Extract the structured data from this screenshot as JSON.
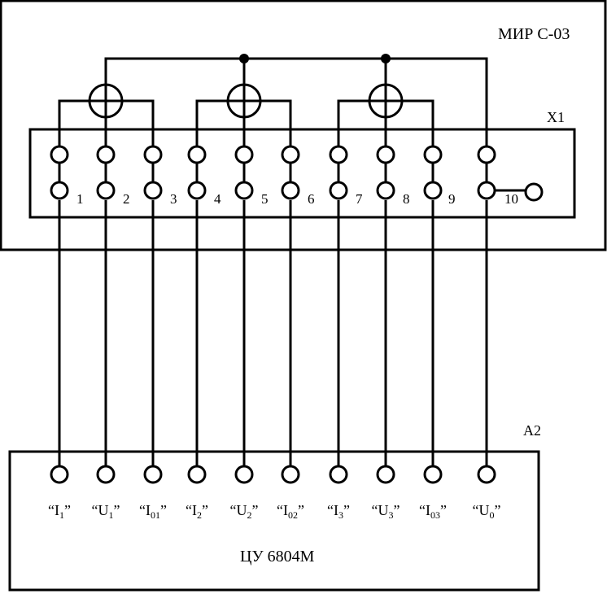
{
  "device_top": {
    "label": "МИР С-03"
  },
  "connector": {
    "label": "X1",
    "pins": [
      "1",
      "2",
      "3",
      "4",
      "5",
      "6",
      "7",
      "8",
      "9",
      "10"
    ]
  },
  "device_bottom": {
    "label": "А2",
    "name": "ЦУ 6804М",
    "terminals": [
      {
        "base": "“I",
        "sub": "1",
        "end": "”"
      },
      {
        "base": "“U",
        "sub": "1",
        "end": "”"
      },
      {
        "base": "“I",
        "sub": "01",
        "end": "”"
      },
      {
        "base": "“I",
        "sub": "2",
        "end": "”"
      },
      {
        "base": "“U",
        "sub": "2",
        "end": "”"
      },
      {
        "base": "“I",
        "sub": "02",
        "end": "”"
      },
      {
        "base": "“I",
        "sub": "3",
        "end": "”"
      },
      {
        "base": "“U",
        "sub": "3",
        "end": "”"
      },
      {
        "base": "“I",
        "sub": "03",
        "end": "”"
      },
      {
        "base": "“U",
        "sub": "0",
        "end": "”"
      }
    ]
  }
}
